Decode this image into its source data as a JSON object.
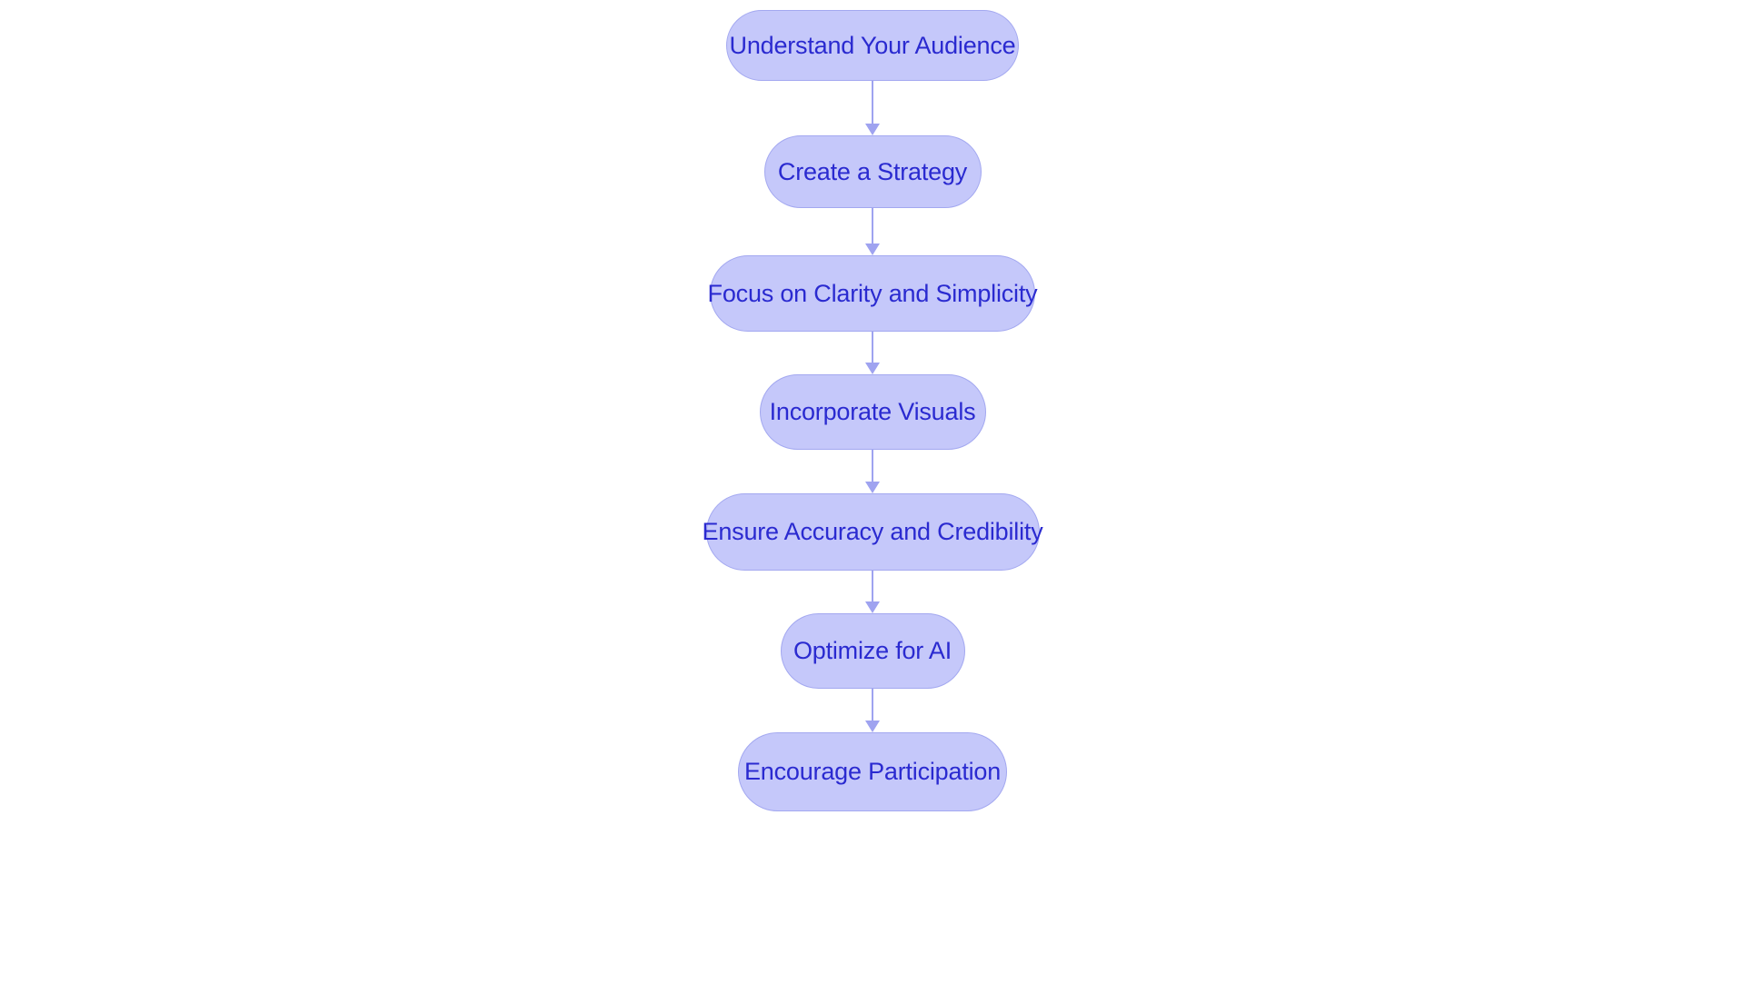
{
  "diagram": {
    "type": "flowchart",
    "orientation": "vertical",
    "background_color": "#ffffff",
    "node_fill_color": "#c5c8fa",
    "node_border_color": "#a3a8f0",
    "node_text_color": "#2a2ad0",
    "connector_color": "#9fa3f0",
    "node_shape": "pill",
    "nodes": [
      {
        "id": "understand-your-audience",
        "label": "Understand Your Audience"
      },
      {
        "id": "create-a-strategy",
        "label": "Create a Strategy"
      },
      {
        "id": "focus-on-clarity-and-simplicity",
        "label": "Focus on Clarity and Simplicity"
      },
      {
        "id": "incorporate-visuals",
        "label": "Incorporate Visuals"
      },
      {
        "id": "ensure-accuracy-and-credibility",
        "label": "Ensure Accuracy and Credibility"
      },
      {
        "id": "optimize-for-ai",
        "label": "Optimize for AI"
      },
      {
        "id": "encourage-participation",
        "label": "Encourage Participation"
      }
    ],
    "edges": [
      {
        "from": "understand-your-audience",
        "to": "create-a-strategy",
        "arrow": "down"
      },
      {
        "from": "create-a-strategy",
        "to": "focus-on-clarity-and-simplicity",
        "arrow": "down"
      },
      {
        "from": "focus-on-clarity-and-simplicity",
        "to": "incorporate-visuals",
        "arrow": "down"
      },
      {
        "from": "incorporate-visuals",
        "to": "ensure-accuracy-and-credibility",
        "arrow": "down"
      },
      {
        "from": "ensure-accuracy-and-credibility",
        "to": "optimize-for-ai",
        "arrow": "down"
      },
      {
        "from": "optimize-for-ai",
        "to": "encourage-participation",
        "arrow": "down"
      }
    ]
  }
}
